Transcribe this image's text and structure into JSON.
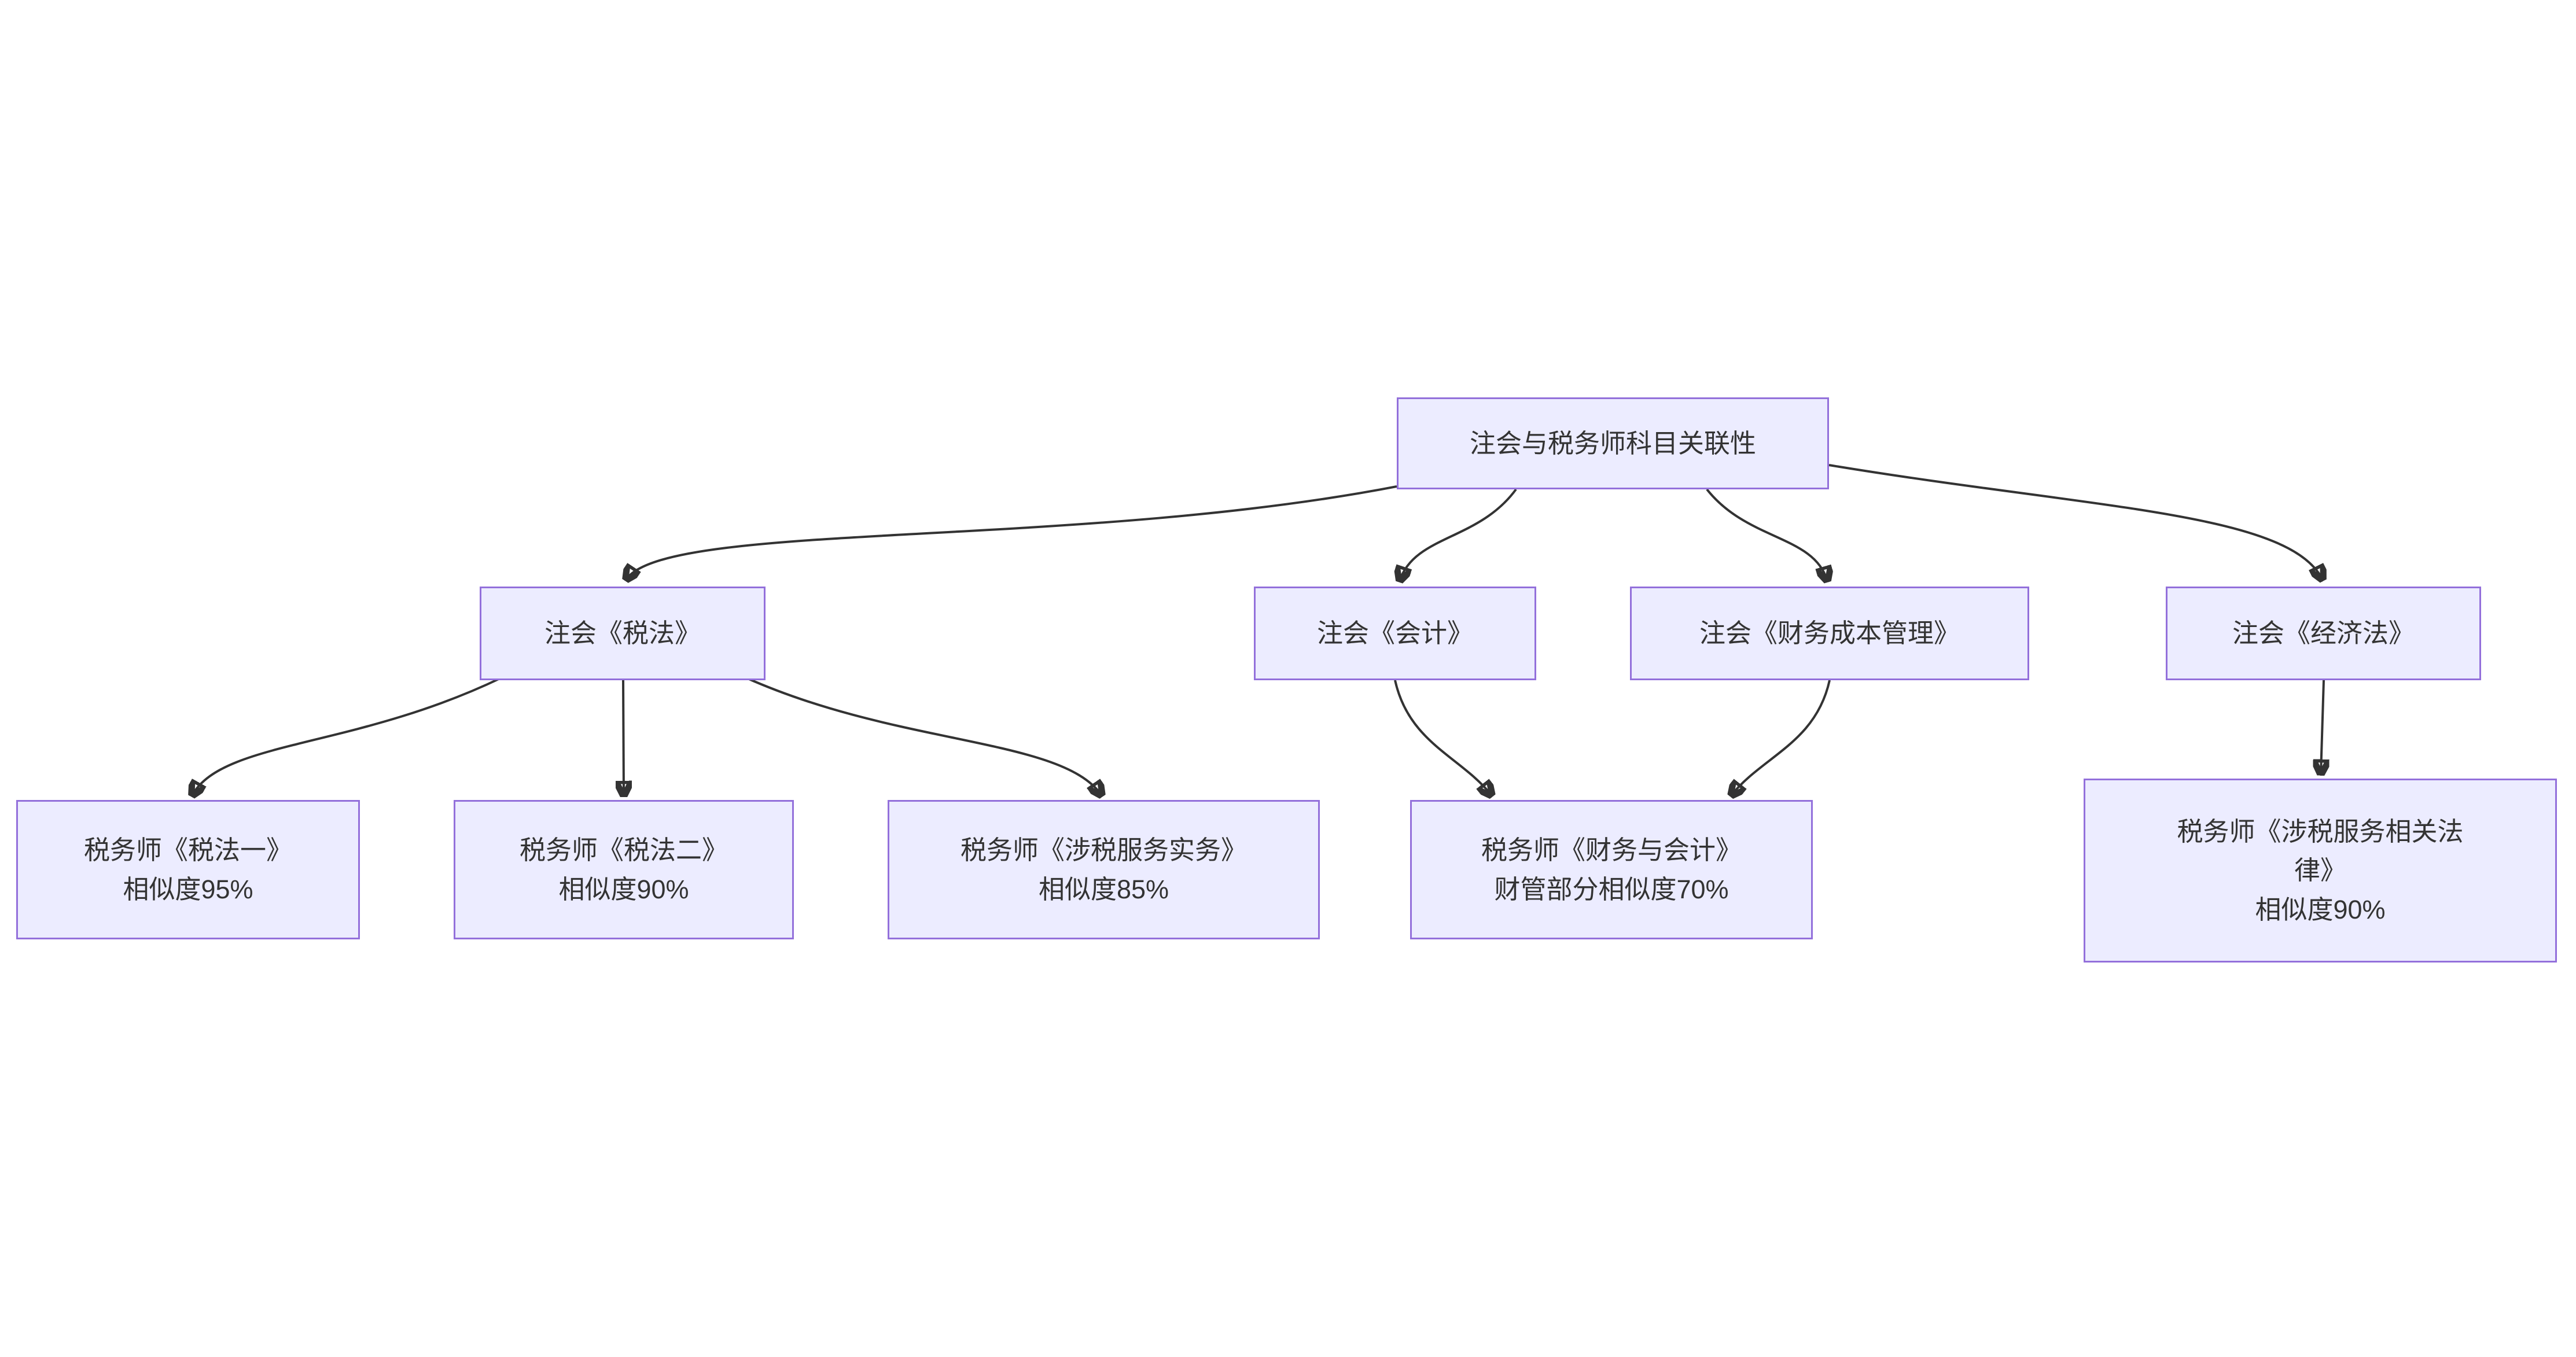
{
  "diagram": {
    "type": "flowchart",
    "direction": "top-down",
    "colors": {
      "node_fill": "#ECECFF",
      "node_border": "#9370DB",
      "edge": "#333333",
      "text": "#333333",
      "background": "#FFFFFF"
    },
    "nodes": {
      "root": {
        "lines": [
          "注会与税务师科目关联性"
        ]
      },
      "cpa_tax": {
        "lines": [
          "注会《税法》"
        ]
      },
      "cpa_acct": {
        "lines": [
          "注会《会计》"
        ]
      },
      "cpa_fin": {
        "lines": [
          "注会《财务成本管理》"
        ]
      },
      "cpa_law": {
        "lines": [
          "注会《经济法》"
        ]
      },
      "ta_tax1": {
        "lines": [
          "税务师《税法一》",
          "相似度95%"
        ]
      },
      "ta_tax2": {
        "lines": [
          "税务师《税法二》",
          "相似度90%"
        ]
      },
      "ta_practice": {
        "lines": [
          "税务师《涉税服务实务》",
          "相似度85%"
        ]
      },
      "ta_finacct": {
        "lines": [
          "税务师《财务与会计》",
          "财管部分相似度70%"
        ]
      },
      "ta_lawrel": {
        "lines": [
          "税务师《涉税服务相关法",
          "律》",
          "相似度90%"
        ]
      }
    },
    "edges": [
      {
        "from": "root",
        "to": "cpa_tax"
      },
      {
        "from": "root",
        "to": "cpa_acct"
      },
      {
        "from": "root",
        "to": "cpa_fin"
      },
      {
        "from": "root",
        "to": "cpa_law"
      },
      {
        "from": "cpa_tax",
        "to": "ta_tax1"
      },
      {
        "from": "cpa_tax",
        "to": "ta_tax2"
      },
      {
        "from": "cpa_tax",
        "to": "ta_practice"
      },
      {
        "from": "cpa_acct",
        "to": "ta_finacct"
      },
      {
        "from": "cpa_fin",
        "to": "ta_finacct"
      },
      {
        "from": "cpa_law",
        "to": "ta_lawrel"
      }
    ]
  }
}
